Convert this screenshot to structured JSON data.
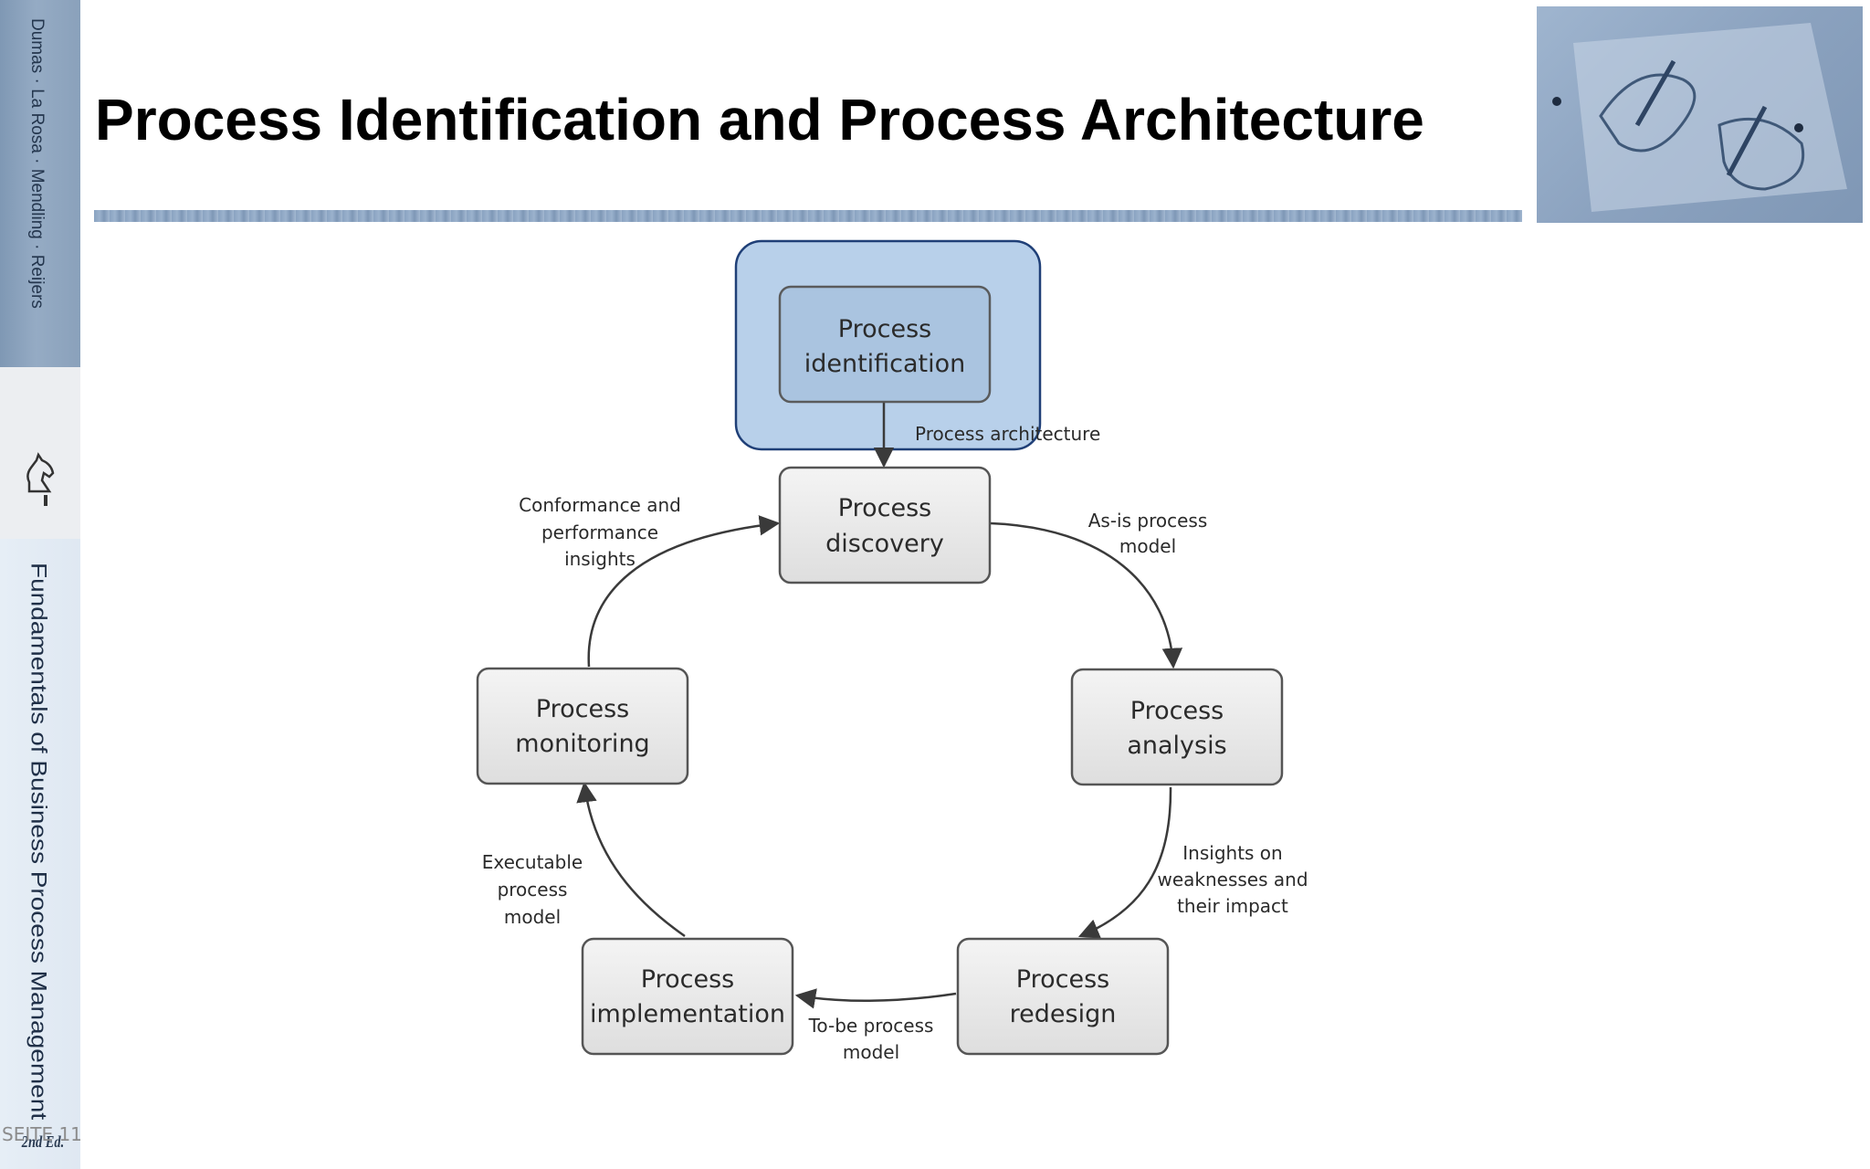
{
  "slide": {
    "title": "Process Identification and Process Architecture",
    "page_number": "SEITE 11"
  },
  "spine": {
    "authors": "Dumas · La Rosa · Mendling · Reijers",
    "book_title": "Fundamentals of Business Process Management",
    "edition": "2nd Ed."
  },
  "diagram": {
    "highlight_color": "#b8d0ea",
    "highlight_border": "#1f3f77",
    "nodes": {
      "identification": [
        "Process",
        "identification"
      ],
      "discovery": [
        "Process",
        "discovery"
      ],
      "analysis": [
        "Process",
        "analysis"
      ],
      "redesign": [
        "Process",
        "redesign"
      ],
      "implementation": [
        "Process",
        "implementation"
      ],
      "monitoring": [
        "Process",
        "monitoring"
      ]
    },
    "edges": {
      "architecture": [
        "Process architecture"
      ],
      "as_is": [
        "As-is process",
        "model"
      ],
      "insights": [
        "Insights on",
        "weaknesses and",
        "their impact"
      ],
      "to_be": [
        "To-be process",
        "model"
      ],
      "executable": [
        "Executable",
        "process",
        "model"
      ],
      "conformance": [
        "Conformance and",
        "performance",
        "insights"
      ]
    }
  }
}
